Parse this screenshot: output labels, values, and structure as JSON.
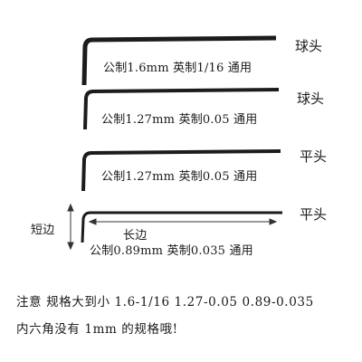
{
  "wrenches": [
    {
      "tip": "球头",
      "spec": "公制1.6mm  英制1/16 通用"
    },
    {
      "tip": "球头",
      "spec": "公制1.27mm  英制0.05 通用"
    },
    {
      "tip": "平头",
      "spec": "公制1.27mm  英制0.05 通用"
    },
    {
      "tip": "平头",
      "spec": "公制0.89mm  英制0.035 通用",
      "short_arm_label": "短边",
      "long_arm_label": "长边"
    }
  ],
  "note": {
    "line1": "注意 规格大到小 1.6-1/16 1.27-0.05 0.89-0.035",
    "line2": "内六角没有 1mm 的规格哦!"
  }
}
